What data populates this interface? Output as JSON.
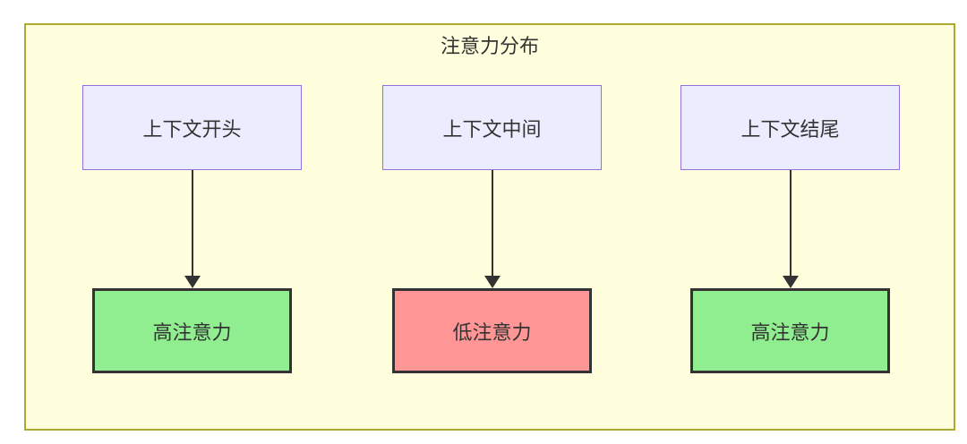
{
  "diagram": {
    "title": "注意力分布",
    "columns": [
      {
        "source": {
          "label": "上下文开头"
        },
        "result": {
          "label": "高注意力",
          "tone": "high"
        }
      },
      {
        "source": {
          "label": "上下文中间"
        },
        "result": {
          "label": "低注意力",
          "tone": "low"
        }
      },
      {
        "source": {
          "label": "上下文结尾"
        },
        "result": {
          "label": "高注意力",
          "tone": "high"
        }
      }
    ],
    "colors": {
      "container_bg": "#FFFFDE",
      "container_border": "#AAAA33",
      "source_bg": "#ECECFF",
      "source_border": "#9370DB",
      "high_attention_bg": "#90EE90",
      "low_attention_bg": "#FF9595",
      "node_border_dark": "#333333",
      "text": "#333333",
      "arrow": "#333333"
    }
  }
}
